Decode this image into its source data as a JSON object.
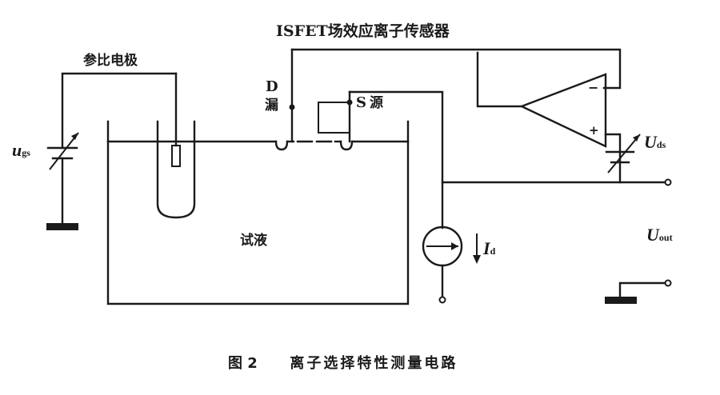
{
  "title": "ISFET场效应离子传感器",
  "reference_electrode": "参比电极",
  "drain": {
    "letter": "D",
    "name": "漏"
  },
  "source": {
    "letter": "S",
    "name": "源"
  },
  "solution": "试液",
  "ugs": {
    "symbol": "u",
    "sub": "gs"
  },
  "uds": {
    "symbol": "U",
    "sub": "ds"
  },
  "id": {
    "symbol": "I",
    "sub": "d"
  },
  "uout": {
    "symbol": "U",
    "sub": "out"
  },
  "opamp": {
    "minus": "−",
    "plus": "+"
  },
  "caption": {
    "number": "图 2",
    "text": "离子选择特性测量电路"
  }
}
